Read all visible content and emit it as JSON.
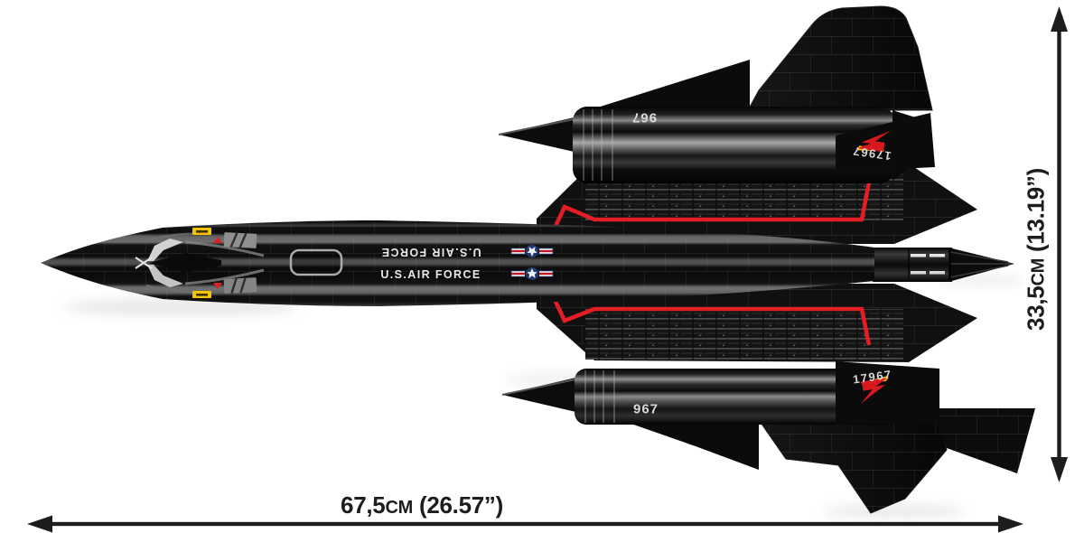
{
  "page": {
    "background": "#ffffff"
  },
  "dimensions": {
    "width": {
      "value": "67,5",
      "unit": "CM",
      "imperial": "(26.57”)"
    },
    "height": {
      "value": "33,5",
      "unit": "CM",
      "imperial": "(13.19”)"
    }
  },
  "aircraft": {
    "markings": {
      "fuselage_top": "U.S.AIR FORCE",
      "fuselage_bottom": "U.S.AIR FORCE",
      "nacelle_top": "967",
      "nacelle_bottom": "967",
      "tail_top": "17967",
      "tail_bottom": "17967"
    },
    "colors": {
      "body_black": "#0d0d0d",
      "accent_red": "#e31e24",
      "sticker_yellow": "#f2c500",
      "marking_white": "#e8e8e8",
      "highlight_gray": "#8a8a8a",
      "roundel_blue": "#1e3a6e",
      "dimension_ink": "#1d1d1b"
    }
  }
}
